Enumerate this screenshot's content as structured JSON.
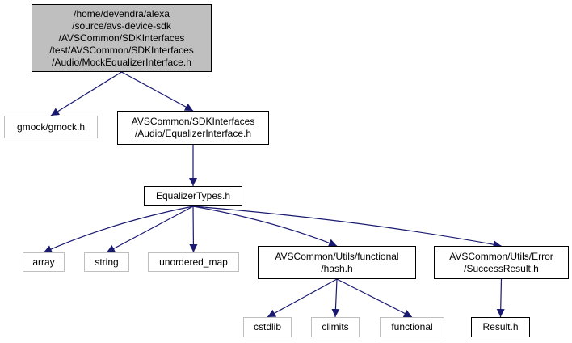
{
  "graph": {
    "edge_color": "#191970",
    "nodes": [
      {
        "id": "mock",
        "kind": "main",
        "lines": [
          "/home/devendra/alexa",
          "/source/avs-device-sdk",
          "/AVSCommon/SDKInterfaces",
          "/test/AVSCommon/SDKInterfaces",
          "/Audio/MockEqualizerInterface.h"
        ]
      },
      {
        "id": "gmock",
        "kind": "ext",
        "lines": [
          "gmock/gmock.h"
        ]
      },
      {
        "id": "eqint",
        "kind": "normal",
        "lines": [
          "AVSCommon/SDKInterfaces",
          "/Audio/EqualizerInterface.h"
        ]
      },
      {
        "id": "eqtypes",
        "kind": "normal",
        "lines": [
          "EqualizerTypes.h"
        ]
      },
      {
        "id": "array",
        "kind": "ext",
        "lines": [
          "array"
        ]
      },
      {
        "id": "string",
        "kind": "ext",
        "lines": [
          "string"
        ]
      },
      {
        "id": "umap",
        "kind": "ext",
        "lines": [
          "unordered_map"
        ]
      },
      {
        "id": "hash",
        "kind": "normal",
        "lines": [
          "AVSCommon/Utils/functional",
          "/hash.h"
        ]
      },
      {
        "id": "success",
        "kind": "normal",
        "lines": [
          "AVSCommon/Utils/Error",
          "/SuccessResult.h"
        ]
      },
      {
        "id": "cstdlib",
        "kind": "ext",
        "lines": [
          "cstdlib"
        ]
      },
      {
        "id": "climits",
        "kind": "ext",
        "lines": [
          "climits"
        ]
      },
      {
        "id": "functional",
        "kind": "ext",
        "lines": [
          "functional"
        ]
      },
      {
        "id": "result",
        "kind": "normal",
        "lines": [
          "Result.h"
        ]
      }
    ],
    "edges": [
      [
        "mock",
        "gmock"
      ],
      [
        "mock",
        "eqint"
      ],
      [
        "eqint",
        "eqtypes"
      ],
      [
        "eqtypes",
        "array"
      ],
      [
        "eqtypes",
        "string"
      ],
      [
        "eqtypes",
        "umap"
      ],
      [
        "eqtypes",
        "hash"
      ],
      [
        "eqtypes",
        "success"
      ],
      [
        "hash",
        "cstdlib"
      ],
      [
        "hash",
        "climits"
      ],
      [
        "hash",
        "functional"
      ],
      [
        "success",
        "result"
      ]
    ]
  }
}
